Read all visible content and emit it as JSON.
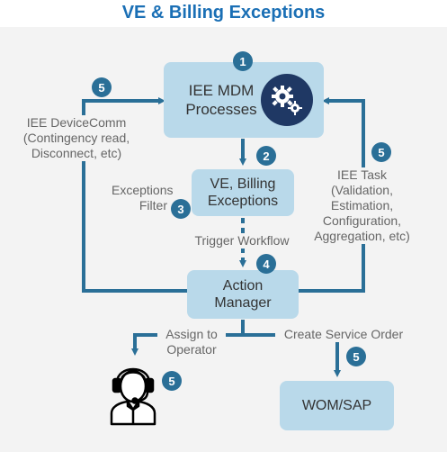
{
  "title": "VE & Billing Exceptions",
  "boxes": {
    "mdm": "IEE MDM Processes",
    "exceptions": "VE, Billing Exceptions",
    "action": "Action Manager",
    "wom": "WOM/SAP"
  },
  "labels": {
    "device_comm": "IEE DeviceComm (Contingency read, Disconnect, etc)",
    "iee_task": "IEE Task (Validation, Estimation, Configuration, Aggregation, etc)",
    "exceptions_filter": "Exceptions Filter",
    "trigger_workflow": "Trigger Workflow",
    "assign_operator": "Assign to Operator",
    "create_service_order": "Create Service Order"
  },
  "badges": [
    "1",
    "2",
    "3",
    "4",
    "5",
    "5",
    "5",
    "5"
  ],
  "icons": [
    "gears-icon",
    "operator-icon"
  ],
  "colors": {
    "title": "#1a6fb5",
    "box": "#b9d9ea",
    "badge": "#2a6f97",
    "arrow": "#2a6f97",
    "gear_circle": "#1f3864"
  }
}
